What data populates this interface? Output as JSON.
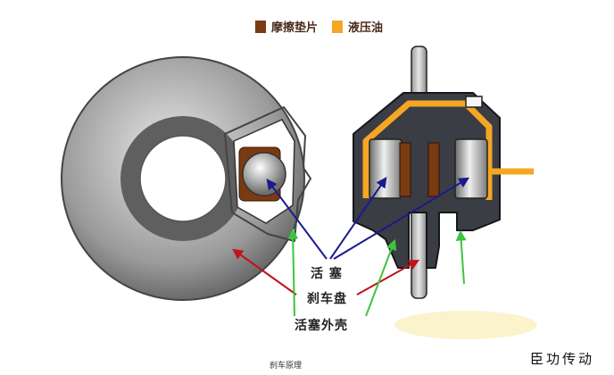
{
  "legend": {
    "items": [
      {
        "label": "摩擦垫片",
        "color": "#7a3a12"
      },
      {
        "label": "液压油",
        "color": "#f5a623"
      }
    ]
  },
  "labels": {
    "piston": "活 塞",
    "brake_disc": "刹车盘",
    "piston_housing": "活塞外壳"
  },
  "caption": "刹车原理",
  "watermark": "臣功传动",
  "arrow_colors": {
    "piston": "#1a1a8c",
    "brake_disc": "#c0141c",
    "piston_housing": "#3ec43e"
  }
}
